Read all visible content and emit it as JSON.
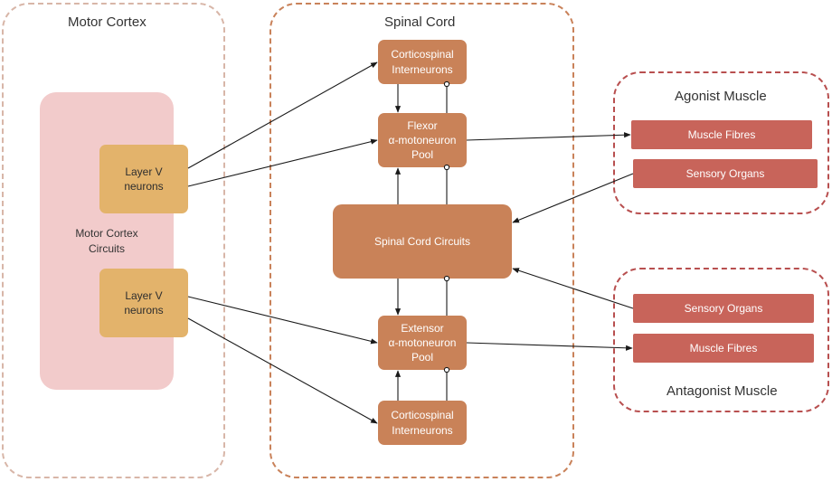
{
  "panels": {
    "motor_cortex": {
      "title": "Motor Cortex",
      "border_color": "#d8b6a8"
    },
    "spinal_cord": {
      "title": "Spinal Cord",
      "border_color": "#c9825a"
    },
    "agonist": {
      "title": "Agonist Muscle",
      "border_color": "#b84f4f"
    },
    "antagonist": {
      "title": "Antagonist Muscle",
      "border_color": "#b84f4f"
    }
  },
  "motor_cortex": {
    "circuits_label": "Motor Cortex\nCircuits",
    "layer_v_top": "Layer V\nneurons",
    "layer_v_bottom": "Layer V\nneurons"
  },
  "spinal_cord": {
    "cortico_top": "Corticospinal\nInterneurons",
    "flexor_pool": "Flexor\nα-motoneuron\nPool",
    "circuits": "Spinal Cord Circuits",
    "extensor_pool": "Extensor\nα-motoneuron\nPool",
    "cortico_bottom": "Corticospinal\nInterneurons"
  },
  "agonist": {
    "muscle_fibres": "Muscle Fibres",
    "sensory_organs": "Sensory Organs"
  },
  "antagonist": {
    "sensory_organs": "Sensory Organs",
    "muscle_fibres": "Muscle Fibres"
  },
  "colors": {
    "spinal_node": "#c98258",
    "layer_v_node": "#e3b36b",
    "motor_cortex_region": "#f2cbcb",
    "muscle_node": "#c8645a",
    "connector": "#1a1a1a"
  }
}
